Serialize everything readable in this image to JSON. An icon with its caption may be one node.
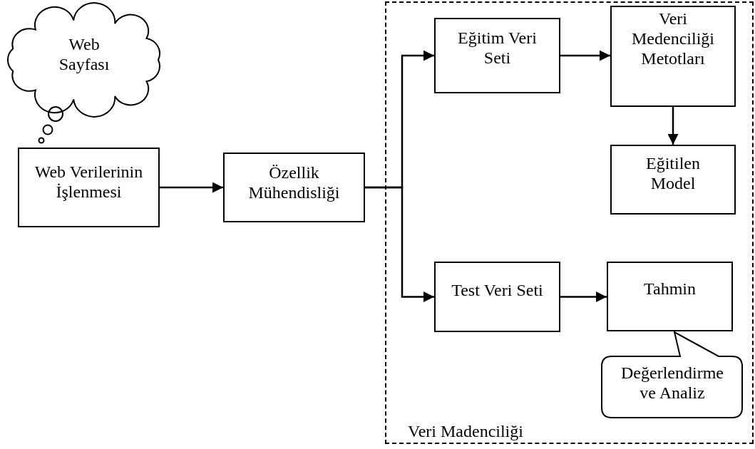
{
  "diagram": {
    "nodes": [
      {
        "text": [
          "Web Sayfası"
        ]
      },
      {
        "text": [
          "Web Verilerinin İşlenmesi"
        ]
      },
      {
        "text": [
          "Özellik Mühendisliği"
        ]
      },
      {
        "text": [
          "Veri Madenciliği"
        ]
      },
      {
        "text": [
          "Eğitim Veri Seti"
        ],
        "in": 3
      },
      {
        "text": [
          "Veri Medenciliği Metotları"
        ],
        "in": 3
      },
      {
        "text": [
          "Eğitilen Model"
        ],
        "in": 3
      },
      {
        "text": [
          "Test Veri Seti"
        ],
        "in": 3
      },
      {
        "text": [
          "Tahmin"
        ],
        "in": 3
      },
      {
        "text": [
          "Değerlendirme ve Analiz"
        ],
        "in": 3
      }
    ],
    "edges": [
      {
        "from": 1,
        "to": 2,
        "arrow": "to"
      },
      {
        "from": 2,
        "to": 4,
        "arrow": "to"
      },
      {
        "from": 2,
        "to": 7,
        "arrow": "to"
      },
      {
        "from": 4,
        "to": 5,
        "arrow": "to"
      },
      {
        "from": 5,
        "to": 6,
        "arrow": "to"
      },
      {
        "from": 7,
        "to": 8,
        "arrow": "to"
      }
    ]
  }
}
